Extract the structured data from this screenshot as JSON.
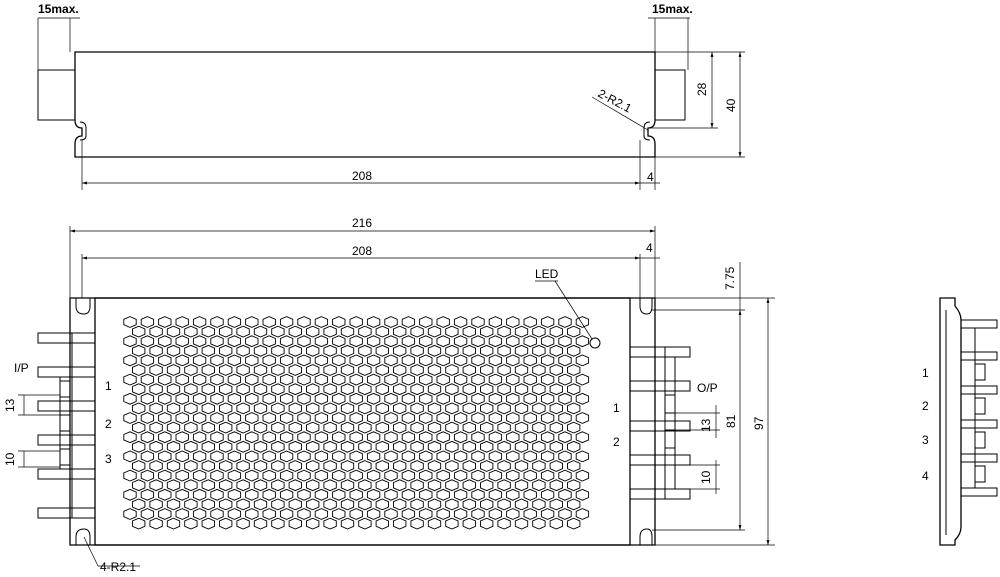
{
  "top_view": {
    "left_max": "15max.",
    "right_max": "15max.",
    "mount_hole": "2-R2.1",
    "dim_28": "28",
    "dim_40": "40",
    "dim_208": "208",
    "dim_4": "4"
  },
  "front_view": {
    "dim_216": "216",
    "dim_208": "208",
    "dim_4": "4",
    "dim_775": "7.75",
    "dim_81": "81",
    "dim_97": "97",
    "led_label": "LED",
    "input_label": "I/P",
    "output_label": "O/P",
    "input_pins": [
      "1",
      "2",
      "3"
    ],
    "output_pins": [
      "1",
      "2"
    ],
    "dim_13_left": "13",
    "dim_10_left": "10",
    "dim_13_right": "13",
    "dim_10_right": "10",
    "mount_holes": "4-R2.1"
  },
  "side_view": {
    "pins": [
      "1",
      "2",
      "3",
      "4"
    ]
  }
}
